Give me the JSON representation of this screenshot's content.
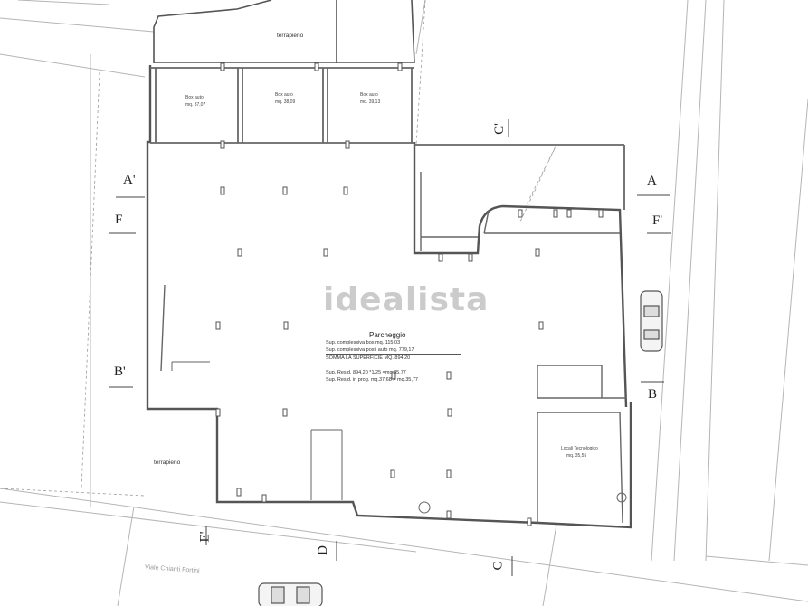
{
  "labels": {
    "terrapieno_top": "terrapieno",
    "terrapieno_bottom": "terrapieno",
    "parcheggio": "Parcheggio"
  },
  "boxes": [
    {
      "name": "Box auto",
      "area": "mq. 37,07"
    },
    {
      "name": "Box auto",
      "area": "mq. 38,09"
    },
    {
      "name": "Box auto",
      "area": "mq. 39,13"
    }
  ],
  "sections": {
    "A_left": "A'",
    "A_right": "A",
    "F_left": "F",
    "F_right": "F'",
    "B_left": "B'",
    "B_right": "B",
    "C_top": "C'",
    "C_bottom": "C",
    "D": "D",
    "E": "E'"
  },
  "areas": {
    "row1": "Sup. complessiva box        mq. 115,03",
    "row2": "Sup. complessiva posti auto mq. 779,17",
    "row3": "SOMMA LA SUPERFICIE MQ. 894,20",
    "row4": "Sup. Resid. 894,20 *1/25 =mq.35,77",
    "row5": "Sup. Resid. in prog. mq.37,68 > mq.35,77"
  },
  "tech_room": {
    "name": "Locali Tecnologico",
    "area": "mq. 35,55"
  },
  "street": "Viale Chianti Fortini",
  "watermark": "idealista",
  "colors": {
    "line": "#555555",
    "dashed": "#8a8a8a",
    "watermark": "#8c8c8c"
  }
}
